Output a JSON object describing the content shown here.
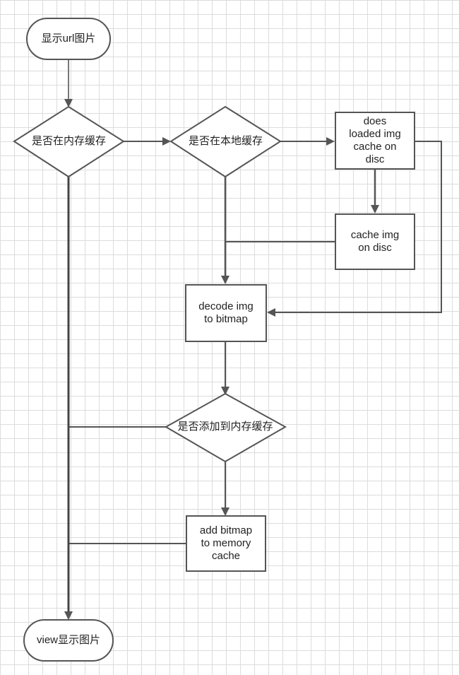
{
  "nodes": {
    "start": "显示url图片",
    "memory_check": "是否在内存缓存",
    "local_check": "是否在本地缓存",
    "does_loaded": "does\nloaded img\ncache on\ndisc",
    "cache_disc": "cache img\non disc",
    "decode": "decode img\nto bitmap",
    "add_check": "是否添加到内存缓存",
    "add_memory": "add bitmap\nto memory\ncache",
    "end": "view显示图片"
  },
  "colors": {
    "line": "#555555",
    "border": "#555555",
    "grid": "#dcdcdc",
    "background": "#ffffff"
  }
}
